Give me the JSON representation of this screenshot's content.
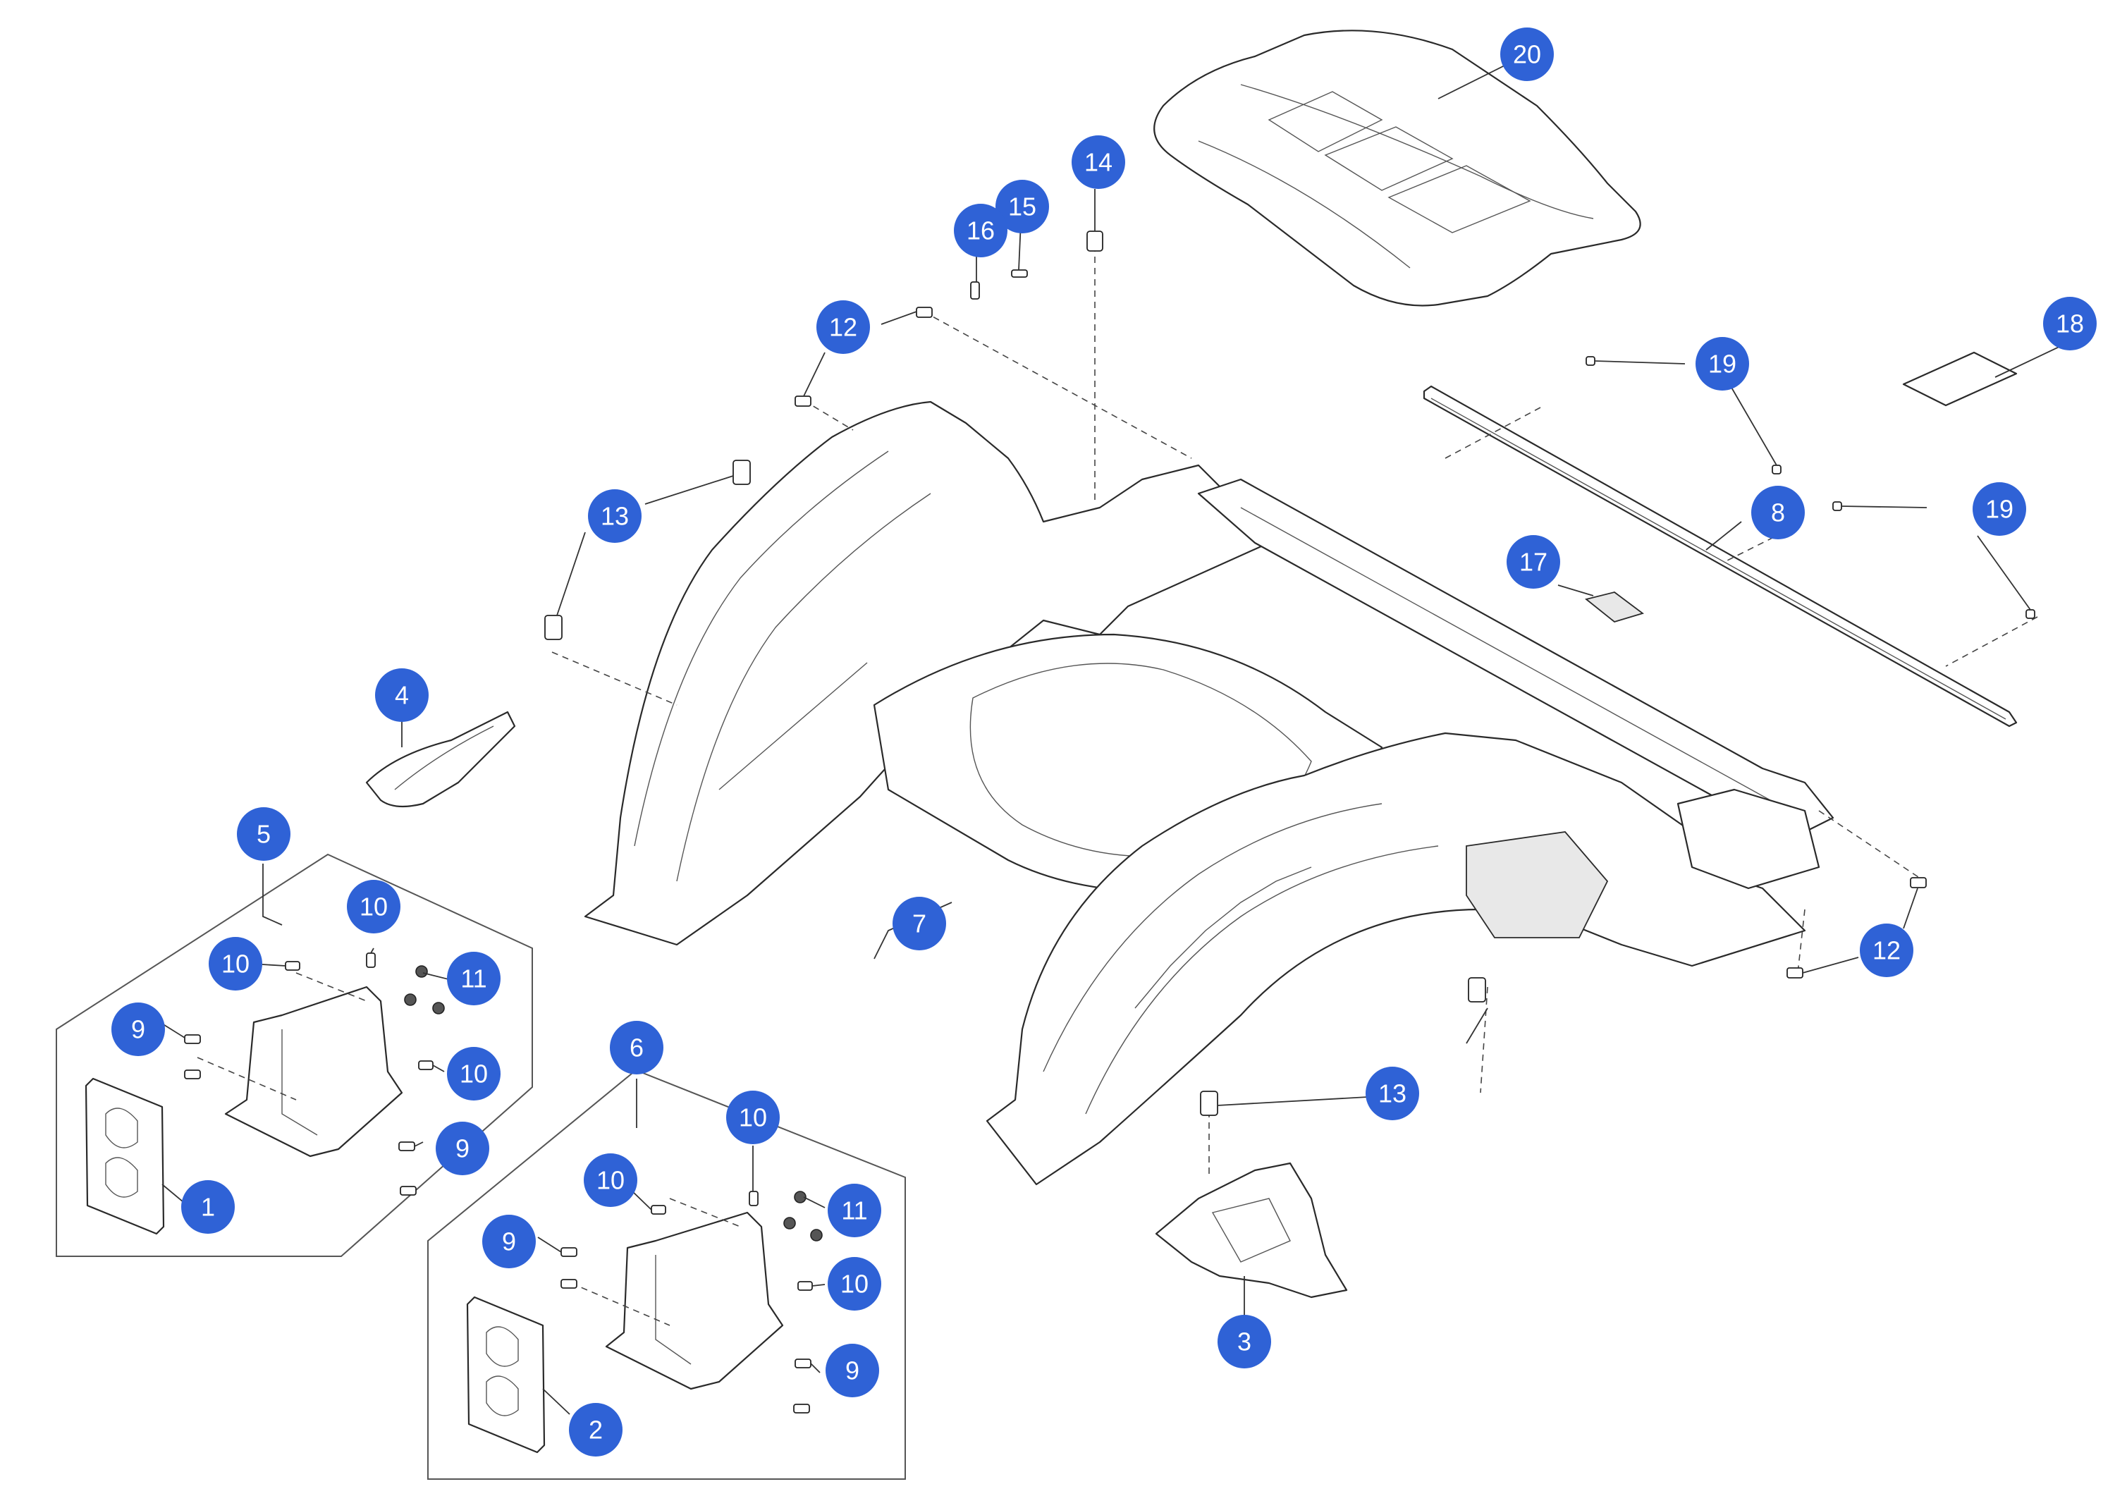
{
  "diagram": {
    "callout_color": "#2f62d6",
    "callouts": [
      {
        "id": "20"
      },
      {
        "id": "14"
      },
      {
        "id": "15"
      },
      {
        "id": "16"
      },
      {
        "id": "12"
      },
      {
        "id": "18"
      },
      {
        "id": "19"
      },
      {
        "id": "19"
      },
      {
        "id": "8"
      },
      {
        "id": "17"
      },
      {
        "id": "13"
      },
      {
        "id": "4"
      },
      {
        "id": "5"
      },
      {
        "id": "10"
      },
      {
        "id": "10"
      },
      {
        "id": "11"
      },
      {
        "id": "9"
      },
      {
        "id": "10"
      },
      {
        "id": "9"
      },
      {
        "id": "1"
      },
      {
        "id": "7"
      },
      {
        "id": "12"
      },
      {
        "id": "13"
      },
      {
        "id": "6"
      },
      {
        "id": "10"
      },
      {
        "id": "10"
      },
      {
        "id": "11"
      },
      {
        "id": "9"
      },
      {
        "id": "10"
      },
      {
        "id": "9"
      },
      {
        "id": "2"
      },
      {
        "id": "3"
      }
    ]
  }
}
